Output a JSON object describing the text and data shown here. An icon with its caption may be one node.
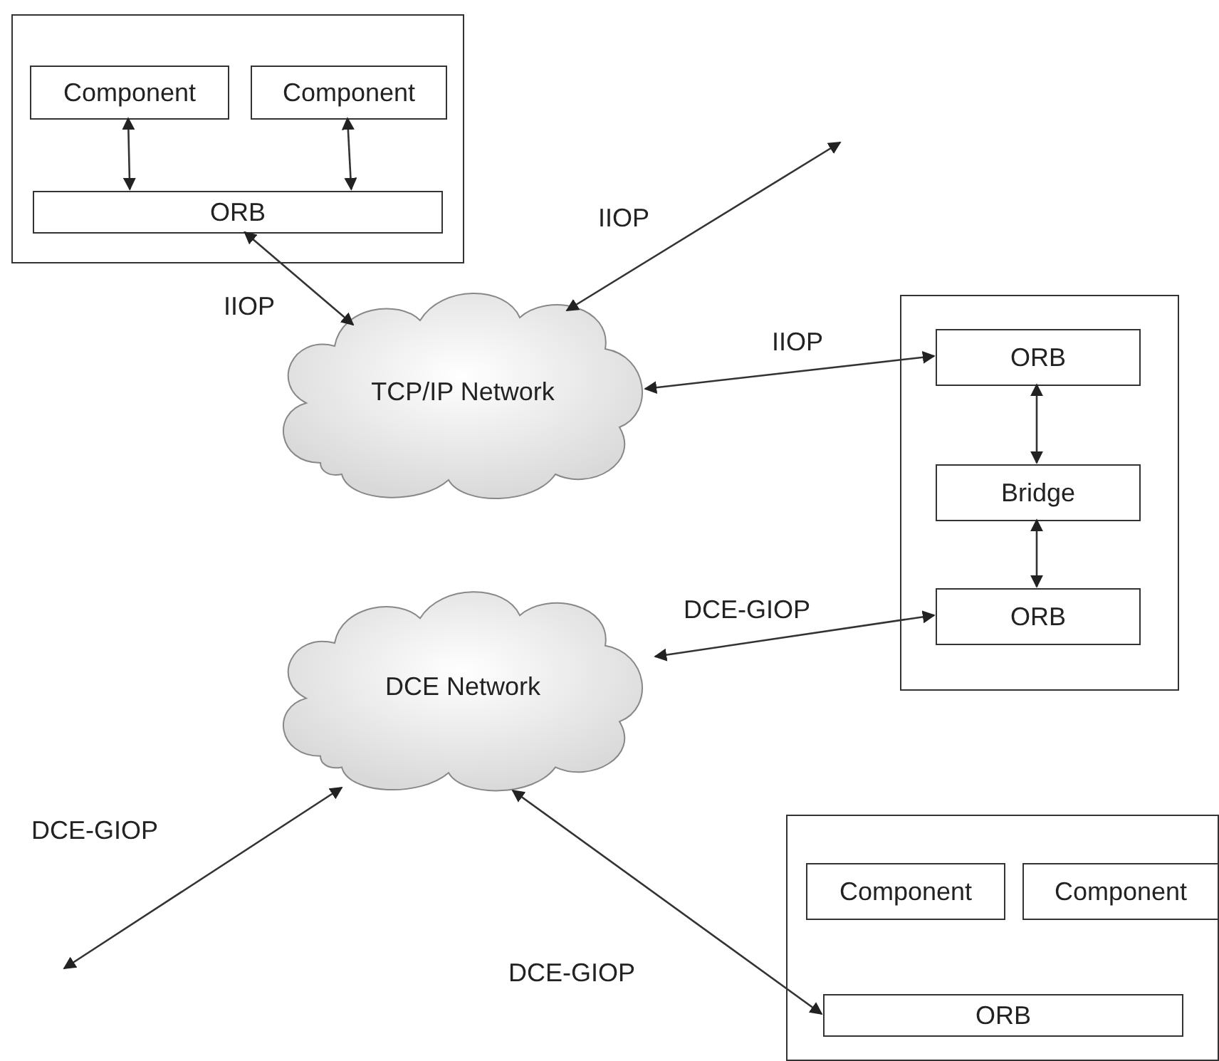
{
  "diagram": {
    "nodes": [
      {
        "text": [],
        "shape": "box"
      },
      {
        "text": [
          "Component"
        ],
        "in": 0
      },
      {
        "text": [
          "Component"
        ],
        "in": 0
      },
      {
        "text": [
          "ORB"
        ],
        "in": 0
      },
      {
        "text": [
          "TCP/IP Network"
        ]
      },
      {
        "text": [],
        "shape": "box"
      },
      {
        "text": [
          "ORB"
        ],
        "in": 5
      },
      {
        "text": [
          "Bridge"
        ],
        "in": 5
      },
      {
        "text": [
          "ORB"
        ],
        "in": 5
      },
      {
        "text": [
          "DCE Network"
        ]
      },
      {
        "text": [],
        "shape": "box"
      },
      {
        "text": [
          "Component"
        ],
        "in": 10
      },
      {
        "text": [
          "Component"
        ],
        "in": 10
      },
      {
        "text": [
          "ORB"
        ],
        "in": 10
      }
    ],
    "edges": [
      {
        "from": 1,
        "to": 3,
        "arrow": "both"
      },
      {
        "from": 2,
        "to": 3,
        "arrow": "both"
      },
      {
        "from": 3,
        "to": 4,
        "arrow": "both",
        "label": "IIOP"
      },
      {
        "from": null,
        "to": 4,
        "arrow": "both",
        "label": "IIOP"
      },
      {
        "from": 4,
        "to": 6,
        "arrow": "both",
        "label": "IIOP"
      },
      {
        "from": 6,
        "to": 7,
        "arrow": "both"
      },
      {
        "from": 7,
        "to": 8,
        "arrow": "both"
      },
      {
        "from": 8,
        "to": 9,
        "arrow": "both",
        "label": "DCE-GIOP"
      },
      {
        "from": null,
        "to": 9,
        "arrow": "both",
        "label": "DCE-GIOP"
      },
      {
        "from": 9,
        "to": 13,
        "arrow": "both",
        "label": "DCE-GIOP"
      }
    ]
  }
}
